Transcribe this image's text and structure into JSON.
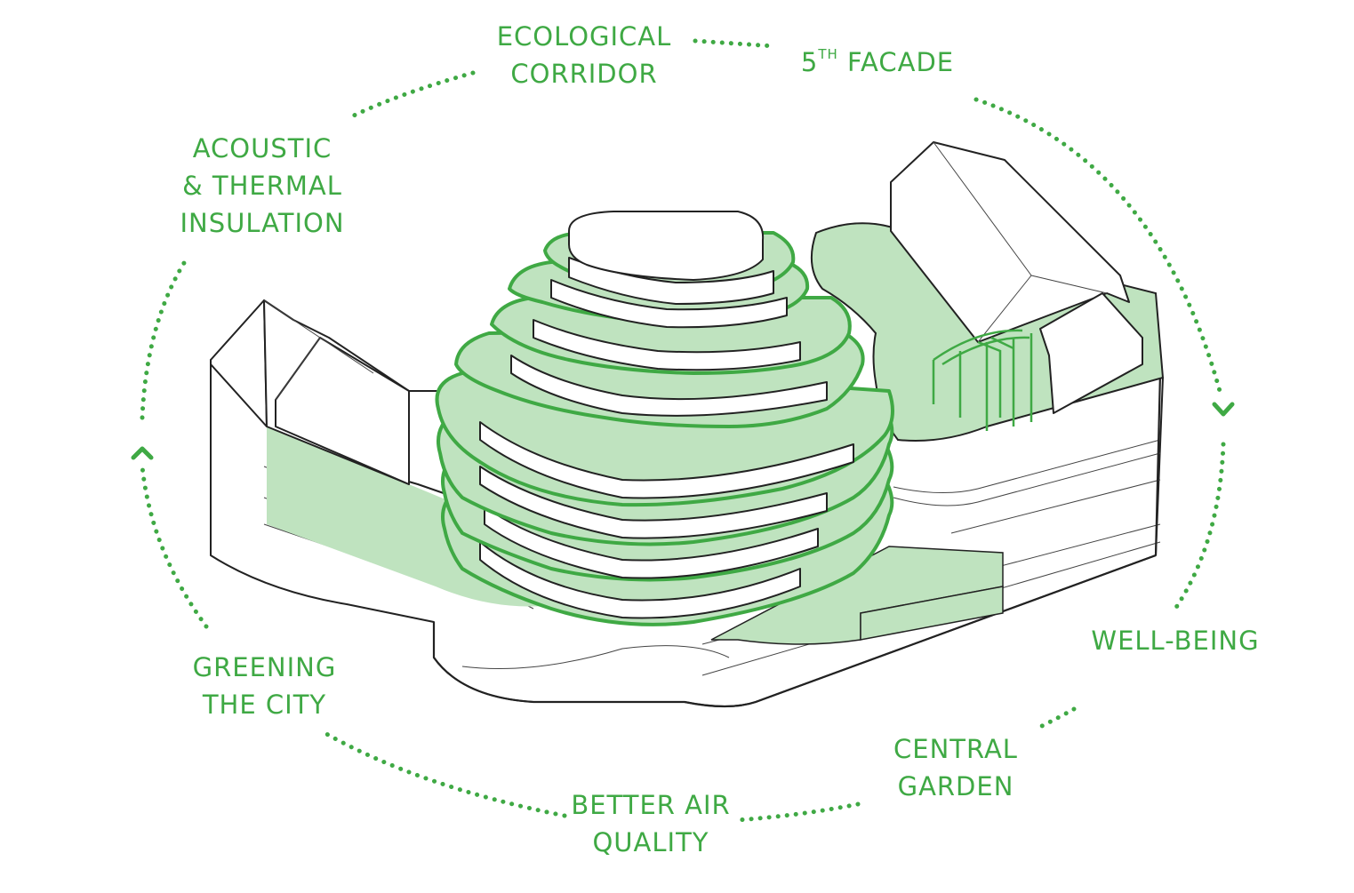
{
  "colors": {
    "accent": "#3fa944",
    "green_fill": "#bfe3bf",
    "line": "#222222"
  },
  "labels": {
    "ecological_corridor": {
      "line1": "ECOLOGICAL",
      "line2": "CORRIDOR"
    },
    "fifth_facade": {
      "base": "5",
      "sup": "TH",
      "rest": " FACADE"
    },
    "acoustic": {
      "line1": "ACOUSTIC",
      "line2": "& THERMAL",
      "line3": "INSULATION"
    },
    "well_being": {
      "line1": "WELL-BEING"
    },
    "greening": {
      "line1": "GREENING",
      "line2": "THE CITY"
    },
    "central_garden": {
      "line1": "CENTRAL",
      "line2": "GARDEN"
    },
    "better_air": {
      "line1": "BETTER AIR",
      "line2": "QUALITY"
    }
  }
}
